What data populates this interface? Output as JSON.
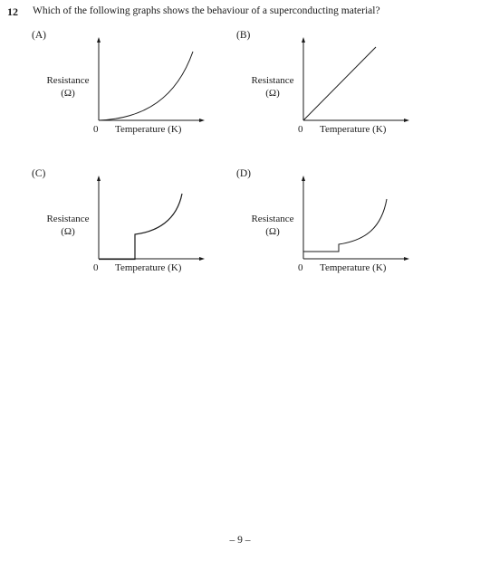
{
  "question": {
    "number": "12",
    "text": "Which of the following graphs shows the behaviour of a superconducting material?"
  },
  "options": [
    {
      "label": "(A)",
      "ylabel_line1": "Resistance",
      "ylabel_line2": "(Ω)",
      "origin": "0",
      "xlabel": "Temperature (K)",
      "curve": "exponential-from-origin"
    },
    {
      "label": "(B)",
      "ylabel_line1": "Resistance",
      "ylabel_line2": "(Ω)",
      "origin": "0",
      "xlabel": "Temperature (K)",
      "curve": "straight-line-from-origin"
    },
    {
      "label": "(C)",
      "ylabel_line1": "Resistance",
      "ylabel_line2": "(Ω)",
      "origin": "0",
      "xlabel": "Temperature (K)",
      "curve": "zero-then-jump-to-rising-curve"
    },
    {
      "label": "(D)",
      "ylabel_line1": "Resistance",
      "ylabel_line2": "(Ω)",
      "origin": "0",
      "xlabel": "Temperature (K)",
      "curve": "constant-offset-small-step-then-rising-curve"
    }
  ],
  "footer": {
    "page_number": "– 9 –"
  }
}
